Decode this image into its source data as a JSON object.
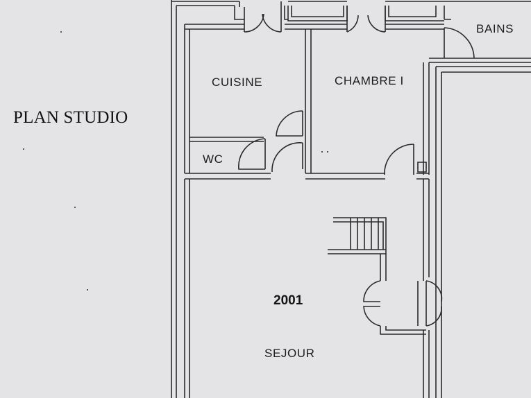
{
  "title": "PLAN STUDIO",
  "rooms": {
    "cuisine": "CUISINE",
    "chambre": "CHAMBRE I",
    "bains": "BAINS",
    "wc": "WC",
    "sejour": "SEJOUR"
  },
  "number": "2001",
  "colors": {
    "paper": "#e4e4e6",
    "ink": "#2a2a2a"
  }
}
